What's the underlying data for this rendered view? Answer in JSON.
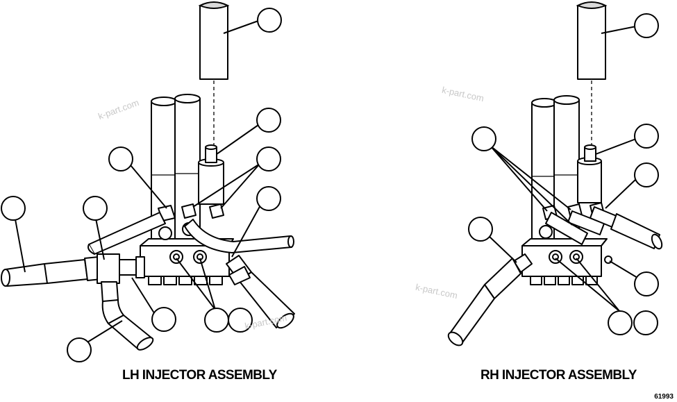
{
  "figure": {
    "left_caption": "LH INJECTOR ASSEMBLY",
    "right_caption": "RH INJECTOR ASSEMBLY",
    "figure_number": "61993",
    "watermark": "k-part.com"
  },
  "colors": {
    "line": "#000000",
    "background": "#ffffff",
    "watermark": "#c8c8c8"
  }
}
